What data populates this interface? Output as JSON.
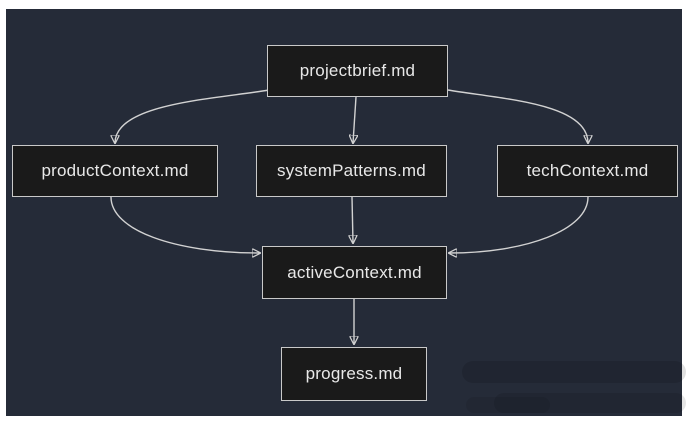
{
  "diagram": {
    "type": "flowchart",
    "direction": "top-down",
    "nodes": [
      {
        "id": "projectbrief",
        "label": "projectbrief.md"
      },
      {
        "id": "productContext",
        "label": "productContext.md"
      },
      {
        "id": "systemPatterns",
        "label": "systemPatterns.md"
      },
      {
        "id": "techContext",
        "label": "techContext.md"
      },
      {
        "id": "activeContext",
        "label": "activeContext.md"
      },
      {
        "id": "progress",
        "label": "progress.md"
      }
    ],
    "edges": [
      {
        "from": "projectbrief.md",
        "to": "productContext.md"
      },
      {
        "from": "projectbrief.md",
        "to": "systemPatterns.md"
      },
      {
        "from": "projectbrief.md",
        "to": "techContext.md"
      },
      {
        "from": "productContext.md",
        "to": "activeContext.md"
      },
      {
        "from": "systemPatterns.md",
        "to": "activeContext.md"
      },
      {
        "from": "techContext.md",
        "to": "activeContext.md"
      },
      {
        "from": "activeContext.md",
        "to": "progress.md"
      }
    ]
  },
  "colors": {
    "page-bg": "#ffffff",
    "canvas-bg": "#252b38",
    "node-bg": "#1a1a1a",
    "node-border": "#c9c9c9",
    "node-text": "#e8e8e8",
    "edge": "#d2d2d2"
  }
}
